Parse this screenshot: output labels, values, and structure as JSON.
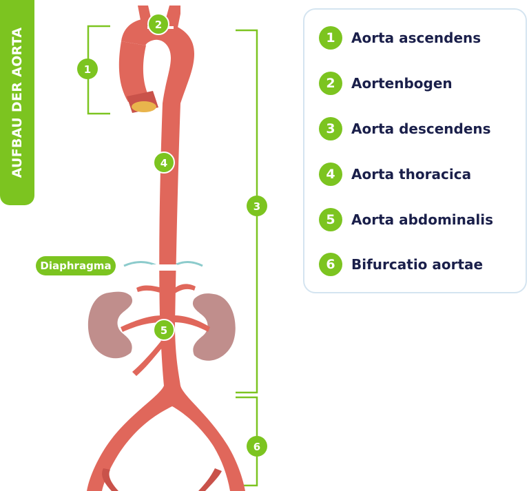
{
  "title": "AUFBAU DER AORTA",
  "diaphragm_label": "Diaphragma",
  "legend": [
    {
      "num": "1",
      "label": "Aorta ascendens"
    },
    {
      "num": "2",
      "label": "Aortenbogen"
    },
    {
      "num": "3",
      "label": "Aorta descendens"
    },
    {
      "num": "4",
      "label": "Aorta thoracica"
    },
    {
      "num": "5",
      "label": "Aorta abdominalis"
    },
    {
      "num": "6",
      "label": "Bifurcatio aortae"
    }
  ],
  "colors": {
    "accent": "#7cc420",
    "aorta": "#e0675b",
    "aorta_shadow": "#c9524a",
    "kidney": "#c08e8c",
    "diaphragm": "#8ccbcc",
    "text_dark": "#1a1f4a",
    "border": "#d4e4f0"
  }
}
